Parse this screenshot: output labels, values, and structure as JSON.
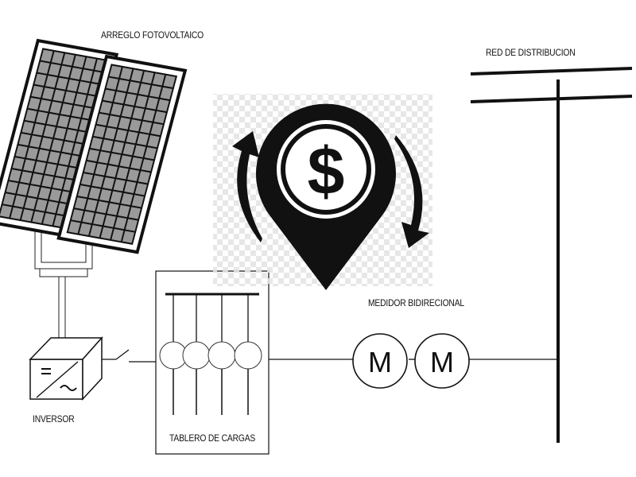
{
  "labels": {
    "pv_array": "ARREGLO FOTOVOLTAICO",
    "grid": "RED DE DISTRIBUCION",
    "meter": "MEDIDOR BIDIRECIONAL",
    "inverter": "INVERSOR",
    "load_board": "TABLERO DE CARGAS"
  },
  "meter_symbols": [
    "M",
    "M"
  ],
  "money_symbol": "$",
  "icons": [
    "solar-panel-icon",
    "inverter-icon",
    "switch-icon",
    "load-board-icon",
    "money-pin-icon",
    "exchange-arrows-icon",
    "meter-icon",
    "utility-pole-icon"
  ],
  "colors": {
    "ink": "#111111",
    "panel_frame": "#1a1a1a",
    "panel_cell": "#9a9a9a",
    "checker": "#e6e6e6",
    "background": "#ffffff"
  }
}
